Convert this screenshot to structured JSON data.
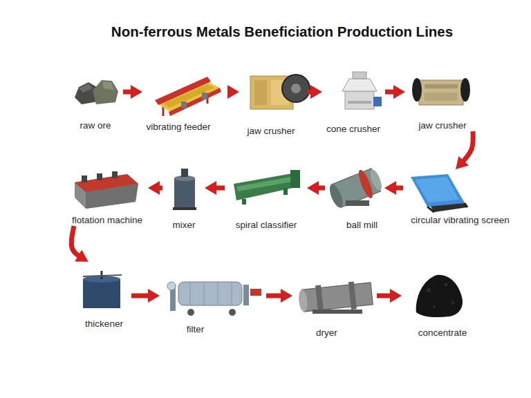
{
  "diagram": {
    "title": "Non-ferrous Metals Beneficiation Production Lines",
    "nodes": [
      {
        "text": [
          "raw ore"
        ]
      },
      {
        "text": [
          "vibrating feeder"
        ]
      },
      {
        "text": [
          "jaw crusher"
        ]
      },
      {
        "text": [
          "cone crusher"
        ]
      },
      {
        "text": [
          "jaw crusher"
        ]
      },
      {
        "text": [
          "circular vibrating screen"
        ]
      },
      {
        "text": [
          "ball mill"
        ]
      },
      {
        "text": [
          "spiral classifier"
        ]
      },
      {
        "text": [
          "mixer"
        ]
      },
      {
        "text": [
          "flotation machine"
        ]
      },
      {
        "text": [
          "thickener"
        ]
      },
      {
        "text": [
          "filter"
        ]
      },
      {
        "text": [
          "dryer"
        ]
      },
      {
        "text": [
          "concentrate"
        ]
      }
    ],
    "edges": [
      {
        "from": 0,
        "to": 1,
        "arrow": "to"
      },
      {
        "from": 1,
        "to": 2,
        "arrow": "to"
      },
      {
        "from": 2,
        "to": 3,
        "arrow": "to"
      },
      {
        "from": 3,
        "to": 4,
        "arrow": "to"
      },
      {
        "from": 4,
        "to": 5,
        "arrow": "to"
      },
      {
        "from": 5,
        "to": 6,
        "arrow": "to"
      },
      {
        "from": 6,
        "to": 7,
        "arrow": "to"
      },
      {
        "from": 7,
        "to": 8,
        "arrow": "to"
      },
      {
        "from": 8,
        "to": 9,
        "arrow": "to"
      },
      {
        "from": 9,
        "to": 10,
        "arrow": "to"
      },
      {
        "from": 10,
        "to": 11,
        "arrow": "to"
      },
      {
        "from": 11,
        "to": 12,
        "arrow": "to"
      },
      {
        "from": 12,
        "to": 13,
        "arrow": "to"
      }
    ]
  }
}
